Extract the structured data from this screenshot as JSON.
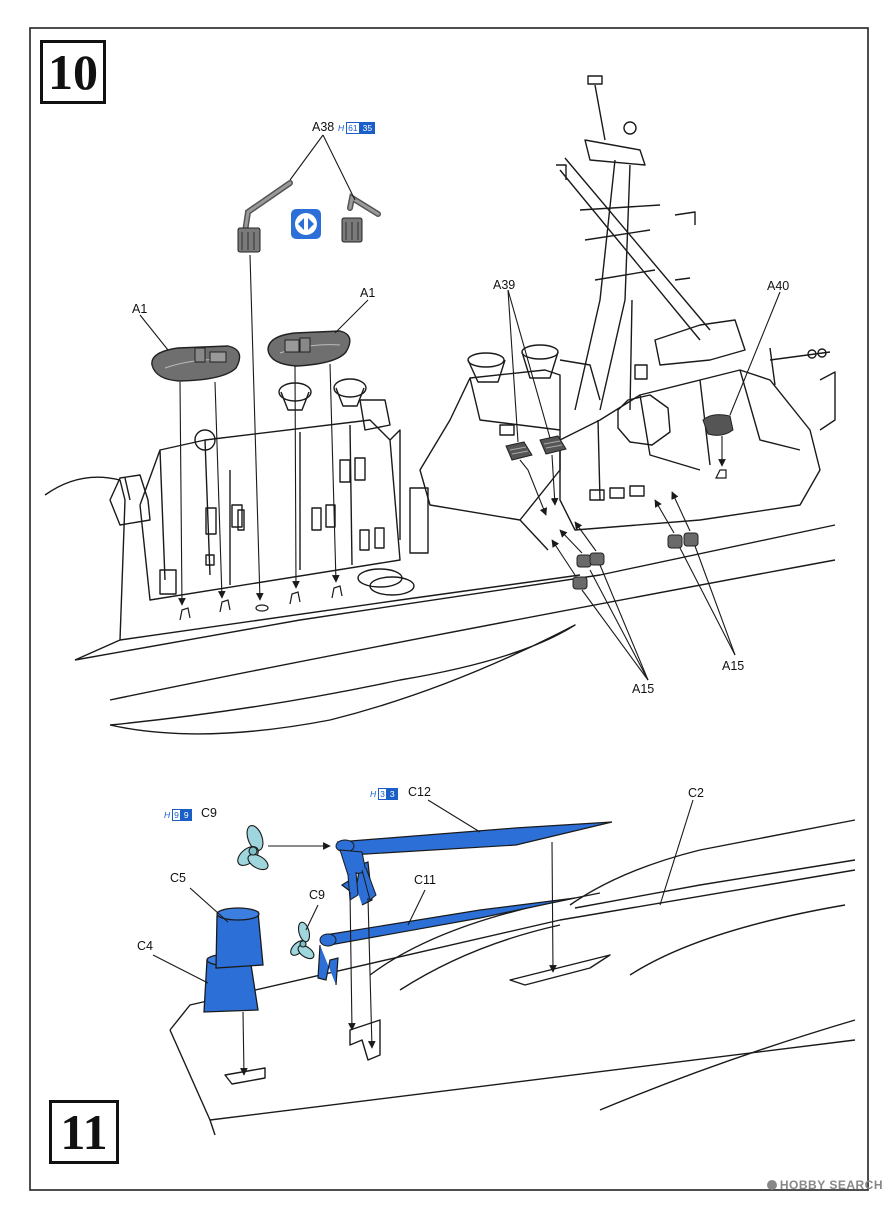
{
  "steps": {
    "step10": "10",
    "step11": "11"
  },
  "step10": {
    "a38": {
      "label": "A38",
      "h": "H",
      "b1": "61",
      "b2": "35"
    },
    "a1_left": "A1",
    "a1_right": "A1",
    "a39": "A39",
    "a40": "A40",
    "a15_lower": "A15",
    "a15_right": "A15"
  },
  "step11": {
    "c9_top": {
      "label": "C9",
      "h": "H",
      "b1": "9",
      "b2": "9"
    },
    "c12": {
      "label": "C12",
      "h": "H",
      "b1": "3",
      "b2": "3"
    },
    "c2": "C2",
    "c5": "C5",
    "c4": "C4",
    "c9_lower": "C9",
    "c11": "C11"
  },
  "watermark": "HOBBY SEARCH",
  "colors": {
    "part_blue": "#2c6fd6",
    "part_gray": "#6f6f6f",
    "line": "#1a1a1a"
  },
  "icons": [
    "symmetric-part-icon"
  ]
}
